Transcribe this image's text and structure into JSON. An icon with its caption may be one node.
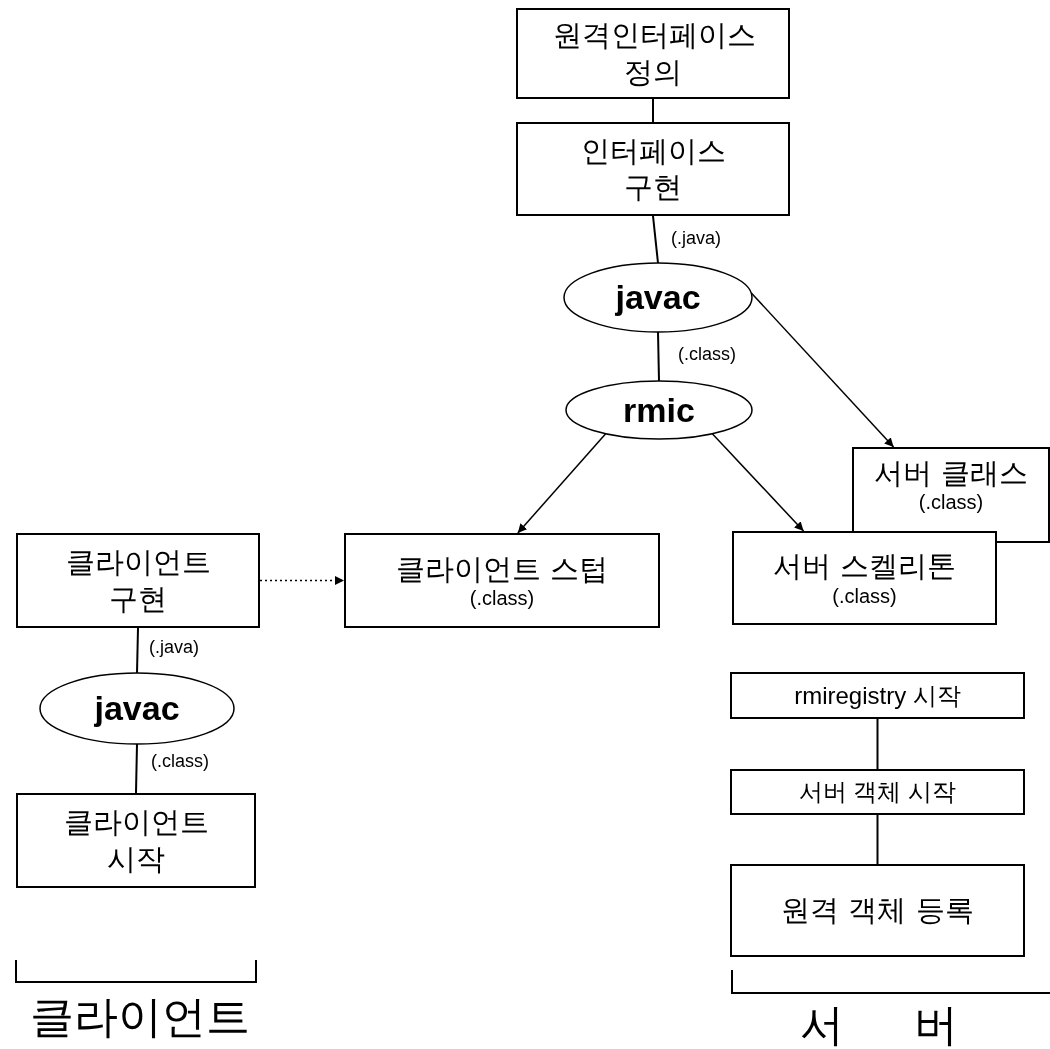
{
  "diagram": {
    "nodes": [
      {
        "text": [
          "원격인터페이스 정의"
        ]
      },
      {
        "text": [
          "인터페이스 구현"
        ]
      },
      {
        "text": [
          "javac"
        ]
      },
      {
        "text": [
          "rmic"
        ]
      },
      {
        "text": [
          "클라이언트 구현"
        ]
      },
      {
        "text": [
          "클라이언트 스텁",
          "(.class)"
        ]
      },
      {
        "text": [
          "서버 클래스",
          "(.class)"
        ]
      },
      {
        "text": [
          "서버 스켈리톤",
          "(.class)"
        ]
      },
      {
        "text": [
          "javac"
        ]
      },
      {
        "text": [
          "클라이언트 시작"
        ]
      },
      {
        "text": [
          "rmiregistry 시작"
        ]
      },
      {
        "text": [
          "서버 객체 시작"
        ]
      },
      {
        "text": [
          "원격 객체 등록"
        ]
      }
    ],
    "edges": [
      {
        "from": 0,
        "to": 1,
        "arrow": "none"
      },
      {
        "from": 1,
        "to": 2,
        "arrow": "none",
        "label": "(.java)"
      },
      {
        "from": 2,
        "to": 3,
        "arrow": "none",
        "label": "(.class)"
      },
      {
        "from": 2,
        "to": 6,
        "arrow": "to"
      },
      {
        "from": 3,
        "to": 5,
        "arrow": "to"
      },
      {
        "from": 3,
        "to": 7,
        "arrow": "to"
      },
      {
        "from": 4,
        "to": 5,
        "arrow": "to",
        "style": "dashed"
      },
      {
        "from": 4,
        "to": 8,
        "arrow": "none",
        "label": "(.java)"
      },
      {
        "from": 8,
        "to": 9,
        "arrow": "none",
        "label": "(.class)"
      },
      {
        "from": 10,
        "to": 11,
        "arrow": "none"
      },
      {
        "from": 11,
        "to": 12,
        "arrow": "none"
      }
    ],
    "labels": [
      "클라이언트",
      "서버"
    ]
  }
}
